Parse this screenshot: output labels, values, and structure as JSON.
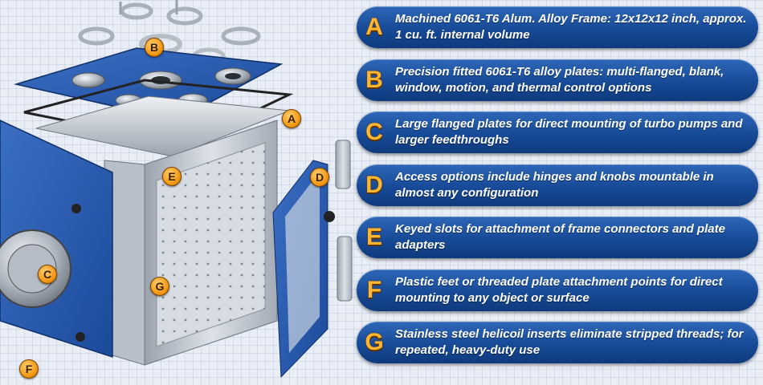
{
  "features": [
    {
      "letter": "A",
      "text": "Machined 6061-T6 Alum. Alloy Frame: 12x12x12 inch, approx. 1 cu. ft. internal volume"
    },
    {
      "letter": "B",
      "text": "Precision fitted 6061-T6 alloy plates: multi-flanged, blank, window, motion, and thermal control options"
    },
    {
      "letter": "C",
      "text": "Large flanged plates for direct mounting of turbo pumps and larger feedthroughs"
    },
    {
      "letter": "D",
      "text": "Access options include hinges and knobs mountable in almost any configuration"
    },
    {
      "letter": "E",
      "text": "Keyed slots for attachment of frame connectors and plate adapters"
    },
    {
      "letter": "F",
      "text": "Plastic feet or threaded plate attachment points for direct mounting to any object or surface"
    },
    {
      "letter": "G",
      "text": "Stainless steel helicoil inserts eliminate stripped threads; for repeated, heavy-duty use"
    }
  ],
  "callouts": {
    "a": "A",
    "b": "B",
    "c": "C",
    "d": "D",
    "e": "E",
    "f": "F",
    "g": "G"
  },
  "colors": {
    "panel_blue": "#174a97",
    "badge_orange": "#ffb52e",
    "aluminum": "#c8cdd4"
  }
}
